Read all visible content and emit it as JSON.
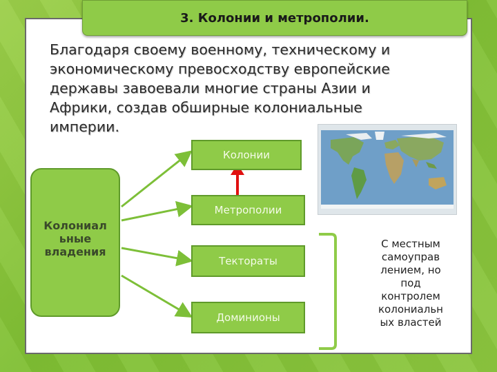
{
  "slide": {
    "title": "3. Колонии и метрополии.",
    "intro": "Благодаря своему военному, техническому и экономическому превосходству европейские державы завоевали многие страны Азии и Африки, создав обширные колониальные империи."
  },
  "diagram": {
    "root_label": "Колониальные владения",
    "root_lines": [
      "Колониал",
      "ьные",
      "владения"
    ],
    "targets": [
      "Колонии",
      "Метрополии",
      "Тектораты",
      "Доминионы"
    ],
    "bracket_note_lines": [
      "С местным",
      "самоуправ",
      "лением, но",
      "под",
      "контролем",
      "колониальн",
      "ых властей"
    ]
  },
  "colors": {
    "box_fill": "#8fcb48",
    "arrow_green": "#7dbf38",
    "red_arrow": "#e01010"
  },
  "image": {
    "icon": "world-map"
  }
}
